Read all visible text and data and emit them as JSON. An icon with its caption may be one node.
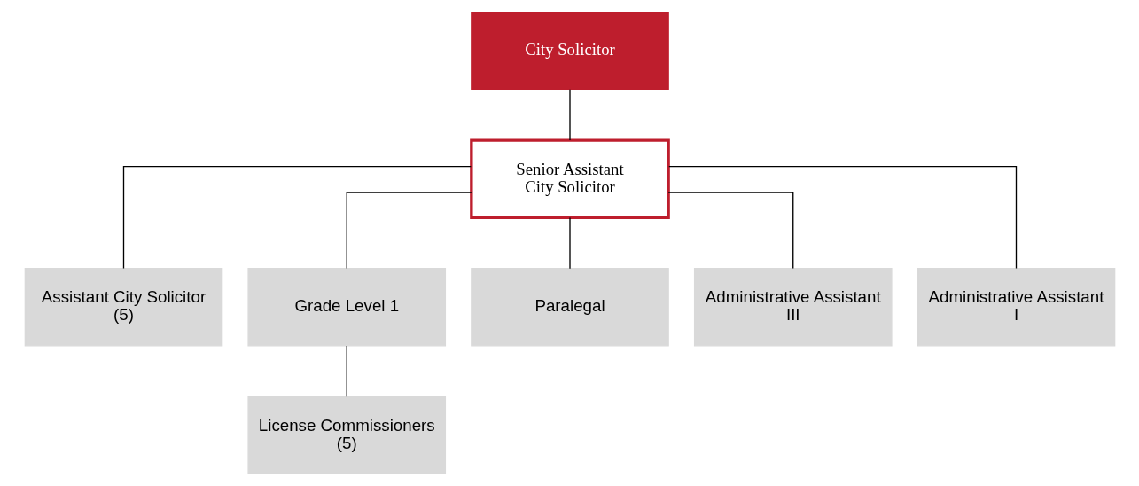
{
  "diagram": {
    "nodes": [
      {
        "text": [
          "City Solicitor"
        ]
      },
      {
        "text": [
          "Senior Assistant City Solicitor"
        ]
      },
      {
        "text": [
          "Assistant City Solicitor (5)"
        ]
      },
      {
        "text": [
          "Grade Level 1"
        ]
      },
      {
        "text": [
          "Paralegal"
        ]
      },
      {
        "text": [
          "Administrative Assistant III"
        ]
      },
      {
        "text": [
          "Administrative Assistant I"
        ]
      },
      {
        "text": [
          "License Commissioners (5)"
        ]
      }
    ],
    "edges": [
      {
        "from": 0,
        "to": 1,
        "arrow": "none"
      },
      {
        "from": 1,
        "to": 2,
        "arrow": "none"
      },
      {
        "from": 1,
        "to": 3,
        "arrow": "none"
      },
      {
        "from": 1,
        "to": 4,
        "arrow": "none"
      },
      {
        "from": 1,
        "to": 5,
        "arrow": "none"
      },
      {
        "from": 1,
        "to": 6,
        "arrow": "none"
      },
      {
        "from": 3,
        "to": 7,
        "arrow": "none"
      }
    ]
  }
}
